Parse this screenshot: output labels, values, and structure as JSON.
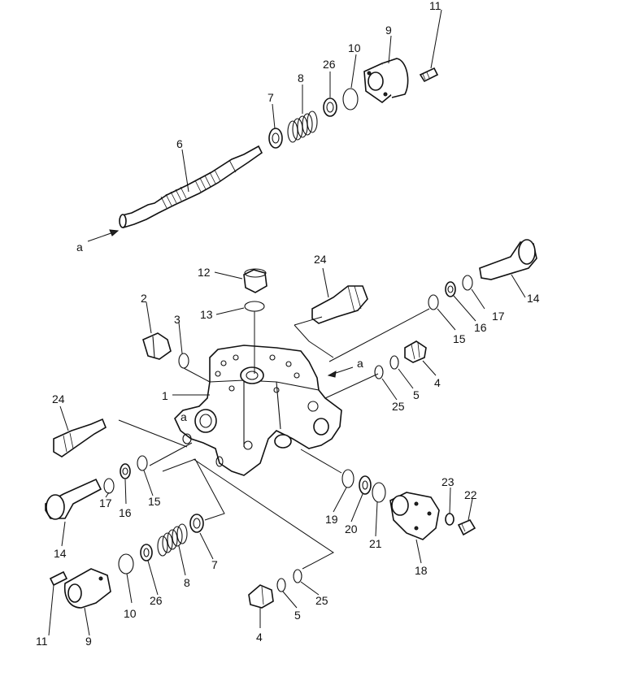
{
  "callouts": {
    "c1": "1",
    "c2": "2",
    "c3": "3",
    "c4a": "4",
    "c4b": "4",
    "c5a": "5",
    "c5b": "5",
    "c6": "6",
    "c7a": "7",
    "c7b": "7",
    "c8a": "8",
    "c8b": "8",
    "c9a": "9",
    "c9b": "9",
    "c10a": "10",
    "c10b": "10",
    "c11a": "11",
    "c11b": "11",
    "c12": "12",
    "c13": "13",
    "c14a": "14",
    "c14b": "14",
    "c15a": "15",
    "c15b": "15",
    "c16a": "16",
    "c16b": "16",
    "c17a": "17",
    "c17b": "17",
    "c18": "18",
    "c19": "19",
    "c20": "20",
    "c21": "21",
    "c22": "22",
    "c23": "23",
    "c24a": "24",
    "c24b": "24",
    "c25a": "25",
    "c25b": "25",
    "c26a": "26",
    "c26b": "26"
  },
  "refs": {
    "ra1": "a",
    "ra2": "a",
    "ra3": "a"
  }
}
